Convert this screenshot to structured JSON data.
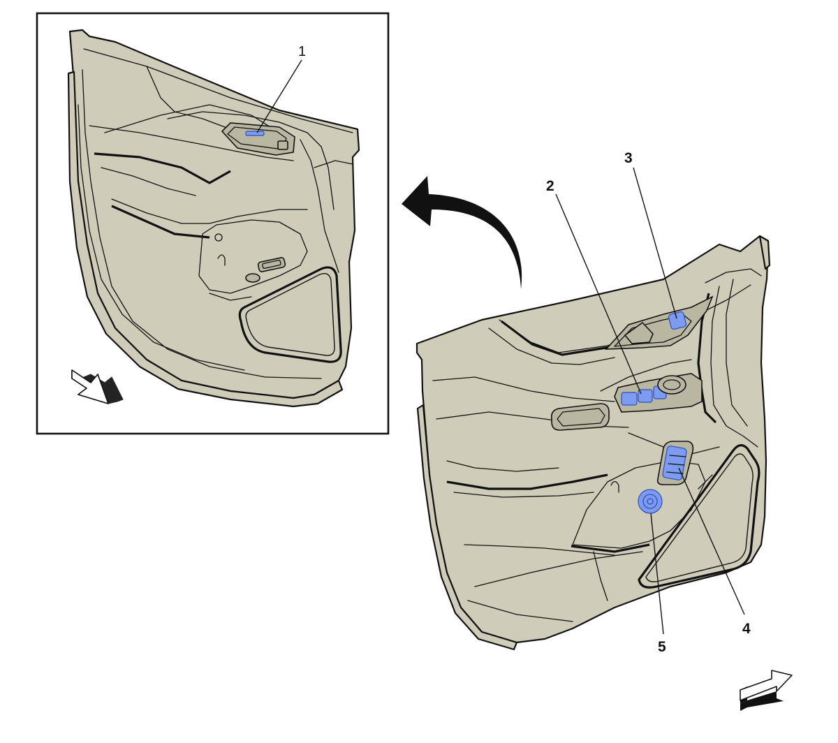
{
  "colors": {
    "panel_fill": "#cfccba",
    "highlight": "#7d9bf0",
    "line": "#111111"
  },
  "icons": [
    "curved-view-arrow-icon",
    "vehicle-front-direction-arrow-icon"
  ],
  "inset": {
    "callouts": [
      {
        "label": "1"
      }
    ]
  },
  "main": {
    "callouts": [
      {
        "label": "2"
      },
      {
        "label": "3"
      },
      {
        "label": "4"
      },
      {
        "label": "5"
      }
    ]
  }
}
